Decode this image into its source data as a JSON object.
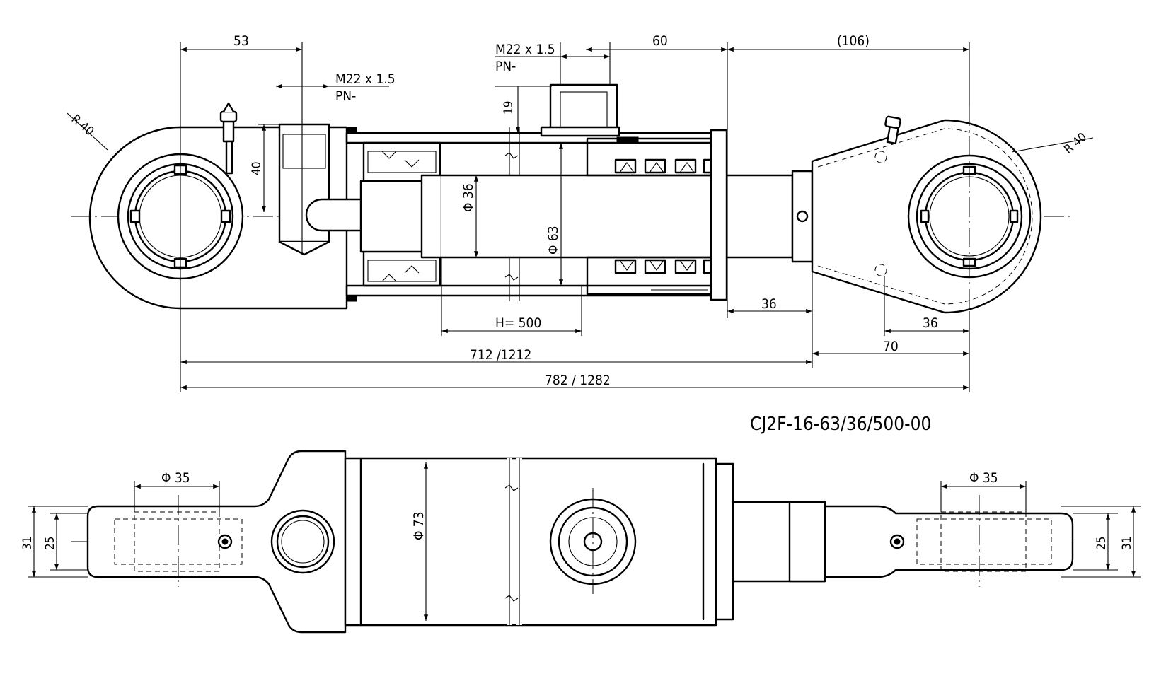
{
  "drawing": {
    "designation": "CJ2F-16-63/36/500-00",
    "top_view": {
      "dim_53": "53",
      "dim_60": "60",
      "dim_106": "(106)",
      "port_left_thread": "M22 x 1.5",
      "port_left_pn": "PN-",
      "port_right_thread": "M22 x 1.5",
      "port_right_pn": "PN-",
      "dim_19": "19",
      "dim_40": "40",
      "radius_left": "R 40",
      "radius_right": "R 40",
      "dia_36": "Φ 36",
      "dia_63": "Φ 63",
      "stroke": "H= 500",
      "dim_36_rod": "36",
      "dim_36_eye": "36",
      "dim_70": "70",
      "len_pin": "712 /1212",
      "len_total": "782  /  1282"
    },
    "bottom_view": {
      "dia_35_left": "Φ 35",
      "dia_35_right": "Φ 35",
      "dia_73": "Φ 73",
      "h31_left": "31",
      "h25_left": "25",
      "h25_right": "25",
      "h31_right": "31"
    }
  }
}
